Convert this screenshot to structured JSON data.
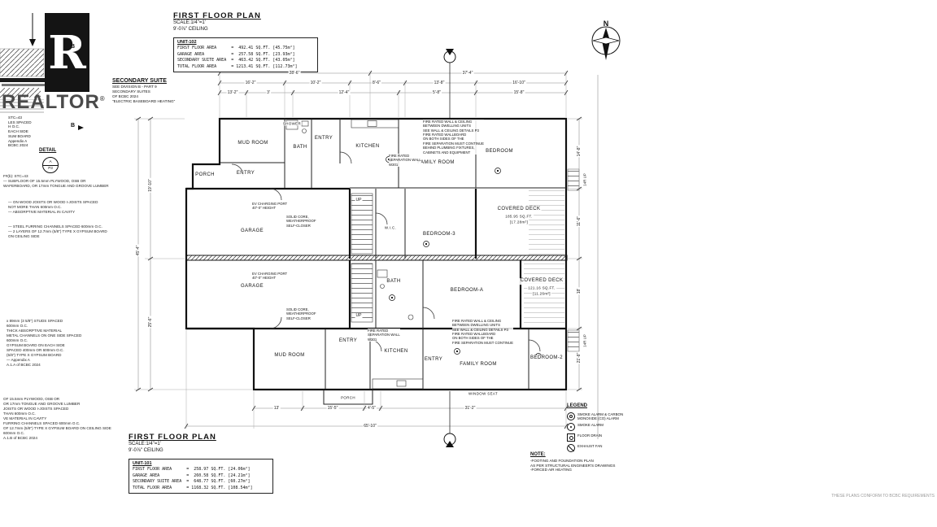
{
  "branding": {
    "logo_letter": "R",
    "wordmark": "REALTOR",
    "reg": "®"
  },
  "markers": {
    "b": "B",
    "north": "N",
    "up": "UP",
    "stair_right": "14R UP",
    "detail_label": "DETAIL",
    "detail_top": "A",
    "detail_bottom": "P3"
  },
  "secondary_suite": {
    "title": "SECONDARY SUITE",
    "lines": [
      "SEE DIVISION B - PART 9",
      "SECONDARY SUITES",
      "OF BCBC 2024",
      "\"ELECTRIC BASEBOARD HEATING\""
    ]
  },
  "left_edge_fragments": [
    "STC=43",
    "LES SPACED",
    "H O.C.",
    "EACH SIDE",
    "SUM BOARD",
    "Appendix A",
    "BCBC 2024"
  ],
  "left_notes": {
    "block1": [
      "F#(b): STC=43",
      "— SUBFLOOR OF 15.5mm PLYWOOD, OSB OR",
      "WAFERBOARD, OR 17mm TONGUE AND GROOVE LUMBER"
    ],
    "block2": [
      "— ON WOOD JOISTS OR WOOD I-JOISTS SPACED",
      "NOT MORE THAN 600mm O.C.",
      "— ABSORPTIVE MATERIAL IN CAVITY"
    ],
    "block3": [
      "— STEEL FURRING CHANNELS SPACED 600mm O.C.",
      "— 2 LAYERS OF 12.7mm (5/8\") TYPE X GYPSUM BOARD",
      "ON CEILING SIDE"
    ],
    "block4": [
      "x 89mm (3 5/8\") STUDS SPACED",
      "600mm O.C.",
      "THICK ABSORPTIVE MATERIAL",
      "METAL CHANNELS ON ONE SIDE SPACED",
      "600mm O.C.",
      "GYPSUM BOARD ON EACH SIDE",
      "SPACED 400mm OR 600mm O.C.",
      "(5/8\") TYPE X GYPSUM BOARD",
      "— Appendix A",
      "A.1.A of BCBC 2024"
    ],
    "block5": [
      "OF 15.5mm PLYWOOD, OSB OR",
      "OR 17mm TONGUE AND GROOVE LUMBER",
      "JOISTS OR WOOD I-JOISTS SPACED",
      "THAN 600mm O.C.",
      "VE MATERIAL IN CAVITY",
      "FURRING CHANNELS SPACED 600mm O.C.",
      "OF 12.7mm (5/8\") TYPE X GYPSUM BOARD ON CEILING SIDE",
      "600mm O.C.",
      "A.1.B of BCBC 2024"
    ]
  },
  "title_block_top": {
    "title": "FIRST FLOOR PLAN",
    "scale": "SCALE:1/4\"=1'",
    "ceiling": "9'-0⅞\" CEILING",
    "unit": "UNIT-102",
    "rows": [
      "FIRST FLOOR AREA      =  492.41 SQ.FT. [45.75m²]",
      "GARAGE AREA           =  257.58 SQ.FT. [23.93m²]",
      "SECONDARY SUITE AREA  =  463.42 SQ.FT. [43.05m²]",
      "TOTAL FLOOR AREA      = 1213.41 SQ.FT. [112.73m²]"
    ]
  },
  "title_block_bottom": {
    "title": "FIRST FLOOR PLAN",
    "scale": "SCALE:1/4\"=1'",
    "ceiling": "9'-0⅞\" CEILING",
    "unit": "UNIT-101",
    "rows": [
      "FIRST FLOOR AREA      =  258.97 SQ.FT. [24.06m²]",
      "GARAGE AREA           =  260.58 SQ.FT. [24.21m²]",
      "SECONDARY SUITE AREA  =  648.77 SQ.FT. [60.27m²]",
      "TOTAL FLOOR AREA      = 1168.32 SQ.FT. [108.54m²]"
    ]
  },
  "rooms": {
    "u_mud": "MUD ROOM",
    "u_shower": "SHOWER",
    "u_bath": "BATH",
    "u_entry_top": "ENTRY",
    "u_kitchen": "KITCHEN",
    "u_family": "FAMILY ROOM",
    "u_bedroom": "BEDROOM",
    "u_porch": "PORCH",
    "u_entry": "ENTRY",
    "u_garage": "GARAGE",
    "u_wic": "W.I.C.",
    "u_bed3": "BEDROOM-3",
    "u_deck": {
      "name": "COVERED DECK",
      "area": "185.95 SQ.FT.",
      "metric": "[17.28m²]"
    },
    "l_garage": "GARAGE",
    "l_bath": "BATH",
    "l_beda": "BEDROOM-A",
    "l_deck": {
      "name": "COVERED DECK",
      "area": "121.16 SQ.FT.",
      "metric": "[11.26m²]"
    },
    "l_mud": "MUD ROOM",
    "l_kitchen": "KITCHEN",
    "l_entry_mid": "ENTRY",
    "l_entry": "ENTRY",
    "l_family": "FAMILY ROOM",
    "l_bed2": "BEDROOM-2",
    "l_porch": "PORCH",
    "l_window_seat": "WINDOW SEAT"
  },
  "annotations": {
    "ev": [
      "EV CHARGING PORT",
      "40\"-0\" HEIGHT"
    ],
    "closer": [
      "SOLID CORE,",
      "WEATHERPROOF",
      "SELF-CLOSER"
    ],
    "fire_note": [
      "FIRE RATED WALL & CEILING",
      "BETWEEN DWELLING UNITS",
      "SEE WALL & CEILING DETAILS P3",
      "FIRE RATED WALLBOARD",
      "ON BOTH SIDES OF THE",
      "FIRE SEPARATION MUST CONTINUE",
      "BEHIND PLUMBING FIXTURES,",
      "CABINETS AND EQUIPMENT"
    ],
    "sep_wall": [
      "FIRE RATED",
      "SEPARATION WALL",
      "W301"
    ]
  },
  "dims": {
    "top1": [
      "28'-6\"",
      "37'-4\""
    ],
    "top2": [
      "16'-2\"",
      "10'-2\"",
      "8'-6\"",
      "13'-8\"",
      "16'-10\""
    ],
    "top3": [
      "13'-2\"",
      "3'",
      "12'-4\"",
      "5'-8\"",
      "15'-8\""
    ],
    "bottom1": [
      "13'",
      "15'-5\"",
      "4'-5\"",
      "31'-2\""
    ],
    "bottom2": [
      "65'-10\""
    ],
    "left": [
      "19'-10\"",
      "25'-6\"",
      "45'-4\""
    ],
    "right": [
      "14'-8\"",
      "11'-6\"",
      "18'",
      "21'-8\""
    ]
  },
  "legend": {
    "title": "LEGEND",
    "items": [
      {
        "label": "SMOKE ALARM & CARBON MONOXIDE (CO) ALARM"
      },
      {
        "label": "SMOKE ALARM"
      },
      {
        "label": "FLOOR DRAIN"
      },
      {
        "label": "EXHAUST FAN"
      }
    ]
  },
  "note": {
    "title": "NOTE:",
    "lines": [
      "-FOOTING AND FOUNDATION PLAN",
      "AS PER STRUCTURAL ENGINEER'S DRAWINGS",
      "-FORCED AIR HEATING"
    ]
  },
  "footer": "THESE PLANS CONFORM TO BCBC REQUIREMENTS"
}
